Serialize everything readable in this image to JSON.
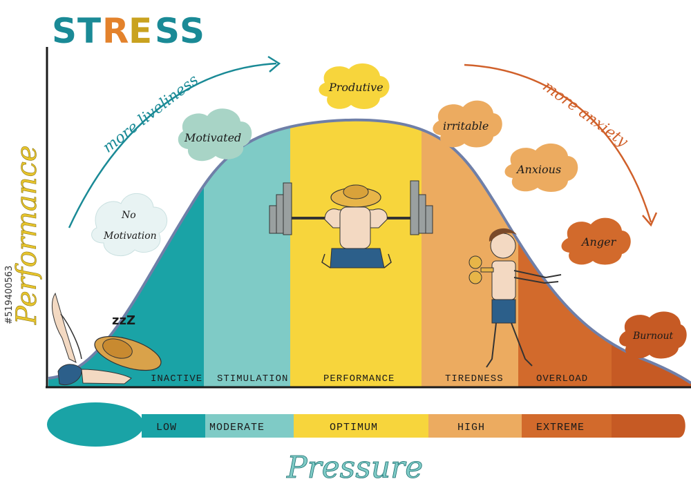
{
  "title": {
    "letters": [
      {
        "char": "S",
        "color": "#1a8a96"
      },
      {
        "char": "T",
        "color": "#1a8a96"
      },
      {
        "char": "R",
        "color": "#e3822c"
      },
      {
        "char": "E",
        "color": "#c9a21f"
      },
      {
        "char": "S",
        "color": "#1a8a96"
      },
      {
        "char": "S",
        "color": "#1a8a96"
      }
    ]
  },
  "axes": {
    "y_label": "Performance",
    "x_label": "Pressure"
  },
  "arrows": {
    "left_label": "more liveliness",
    "right_label": "more anxiety"
  },
  "zones": [
    {
      "label": "INACTIVE",
      "color": "#1aa3a6"
    },
    {
      "label": "STIMULATION",
      "color": "#7fcbc6"
    },
    {
      "label": "PERFORMANCE",
      "color": "#f7d53c"
    },
    {
      "label": "TIREDNESS",
      "color": "#ecab60"
    },
    {
      "label": "OVERLOAD",
      "color": "#d26a2c"
    }
  ],
  "pressure_levels": [
    {
      "label": "LOW",
      "color": "#1aa3a6"
    },
    {
      "label": "MODERATE",
      "color": "#7fcbc6"
    },
    {
      "label": "OPTIMUM",
      "color": "#f7d53c"
    },
    {
      "label": "HIGH",
      "color": "#ecab60"
    },
    {
      "label": "EXTREME",
      "color": "#d26a2c"
    }
  ],
  "clouds": {
    "no_motivation_line1": "No",
    "no_motivation_line2": "Motivation",
    "motivated": "Motivated",
    "productive": "Produtive",
    "irritable": "irritable",
    "anxious": "Anxious",
    "anger": "Anger",
    "burnout": "Burnout"
  },
  "sleep_text": "zzZ",
  "watermark": "#519400563",
  "colors": {
    "teal_dark": "#1a8a96",
    "curve_outline": "#6f7fa8",
    "axis": "#1a1a1a",
    "spoon_teal": "#1aa3a6",
    "spoon_end": "#c65a24"
  }
}
